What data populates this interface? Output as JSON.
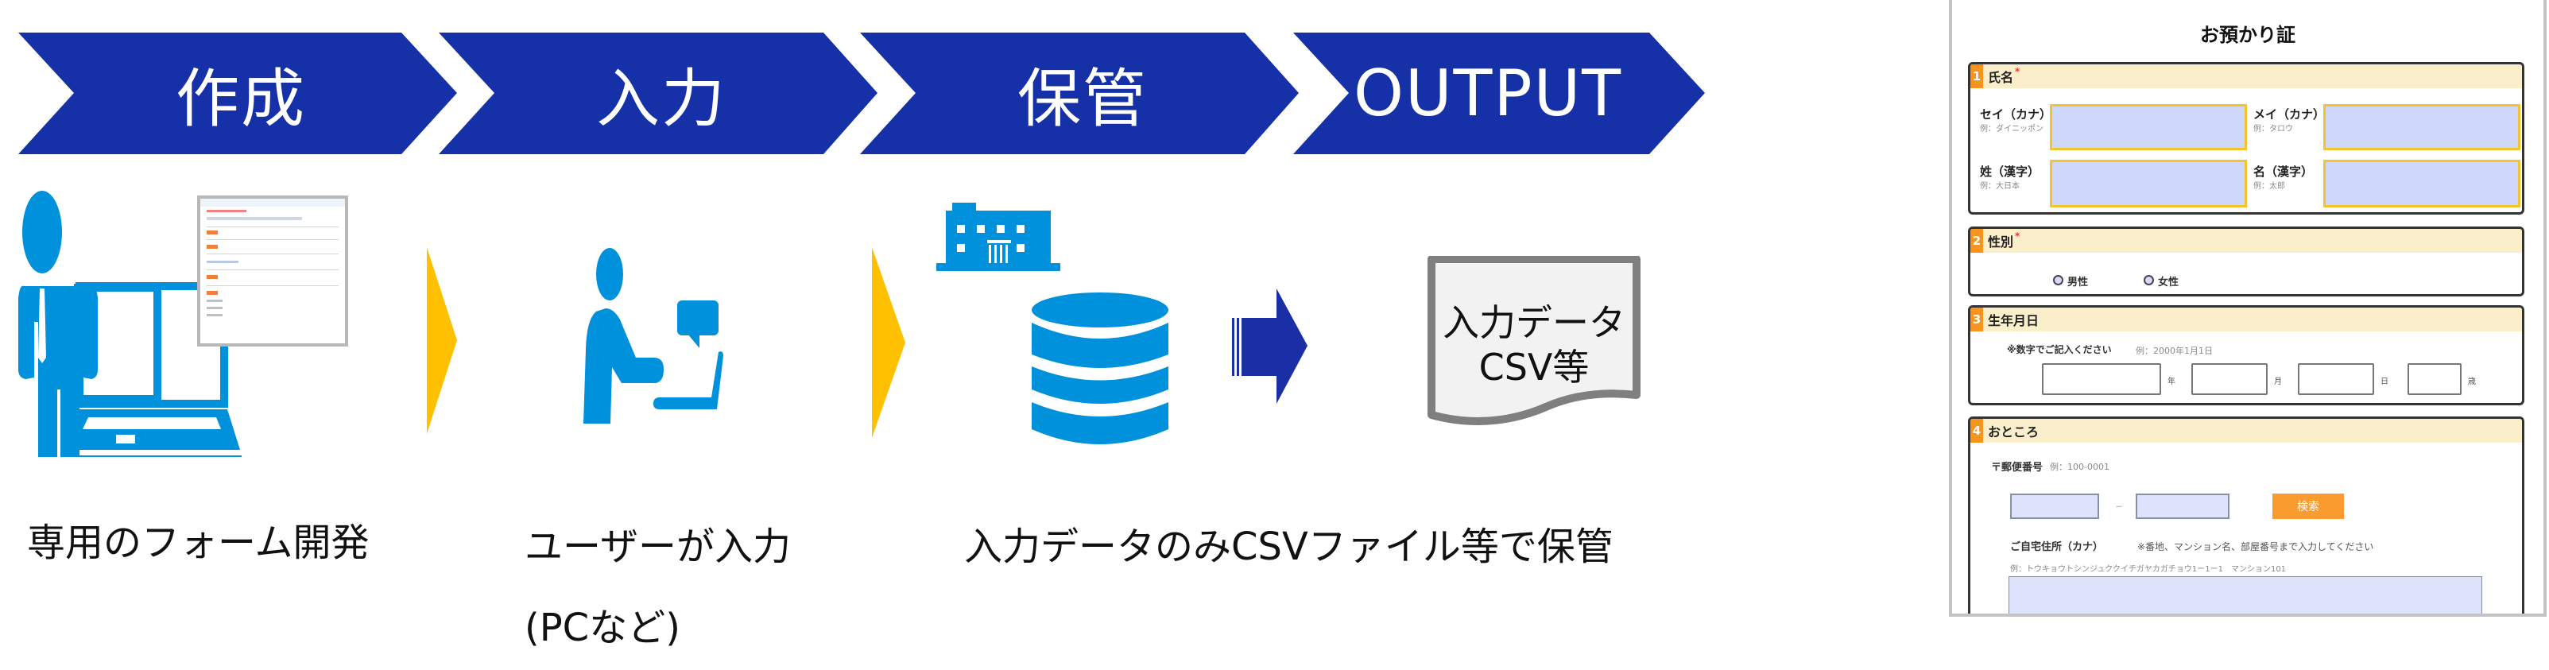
{
  "steps": [
    {
      "label": "作成"
    },
    {
      "label": "入力"
    },
    {
      "label": "保管"
    },
    {
      "label": "OUTPUT"
    }
  ],
  "captions": {
    "create": "専用のフォーム開発",
    "input_line1": "ユーザーが入力",
    "input_line2": "(PCなど)",
    "store": "入力データのみCSVファイル等で保管"
  },
  "output_doc": {
    "line1": "入力データ",
    "line2": "CSV等"
  },
  "colors": {
    "chevron": "#1631a8",
    "icon_blue": "#0091dc",
    "arrow_yellow": "#ffc000",
    "arrow_navy": "#1a2fa6",
    "doc_fill": "#f2f2f2",
    "doc_border": "#7f7f7f"
  },
  "form": {
    "title": "お預かり証",
    "sections": [
      {
        "num": "1",
        "title": "氏名",
        "required": "*",
        "fields": [
          {
            "label": "セイ（カナ）",
            "hint": "例：ダイニッポン"
          },
          {
            "label": "メイ（カナ）",
            "hint": "例：タロウ"
          },
          {
            "label": "姓（漢字）",
            "hint": "例：大日本"
          },
          {
            "label": "名（漢字）",
            "hint": "例：太郎"
          }
        ]
      },
      {
        "num": "2",
        "title": "性別",
        "required": "*",
        "options": [
          "男性",
          "女性"
        ]
      },
      {
        "num": "3",
        "title": "生年月日",
        "note": "※数字でご記入ください",
        "example": "例：2000年1月1日",
        "units": [
          "年",
          "月",
          "日",
          "歳"
        ]
      },
      {
        "num": "4",
        "title": "おところ",
        "postal_label": "〒郵便番号",
        "postal_example": "例：100-0001",
        "postal_sep": "－",
        "search_button": "検索",
        "address_label": "ご自宅住所（カナ）",
        "address_note": "※番地、マンション名、部屋番号まで入力してください",
        "address_example": "例：トウキョウトシンジュククイチガヤカガチョウ1ー1ー1　マンション101"
      }
    ]
  }
}
